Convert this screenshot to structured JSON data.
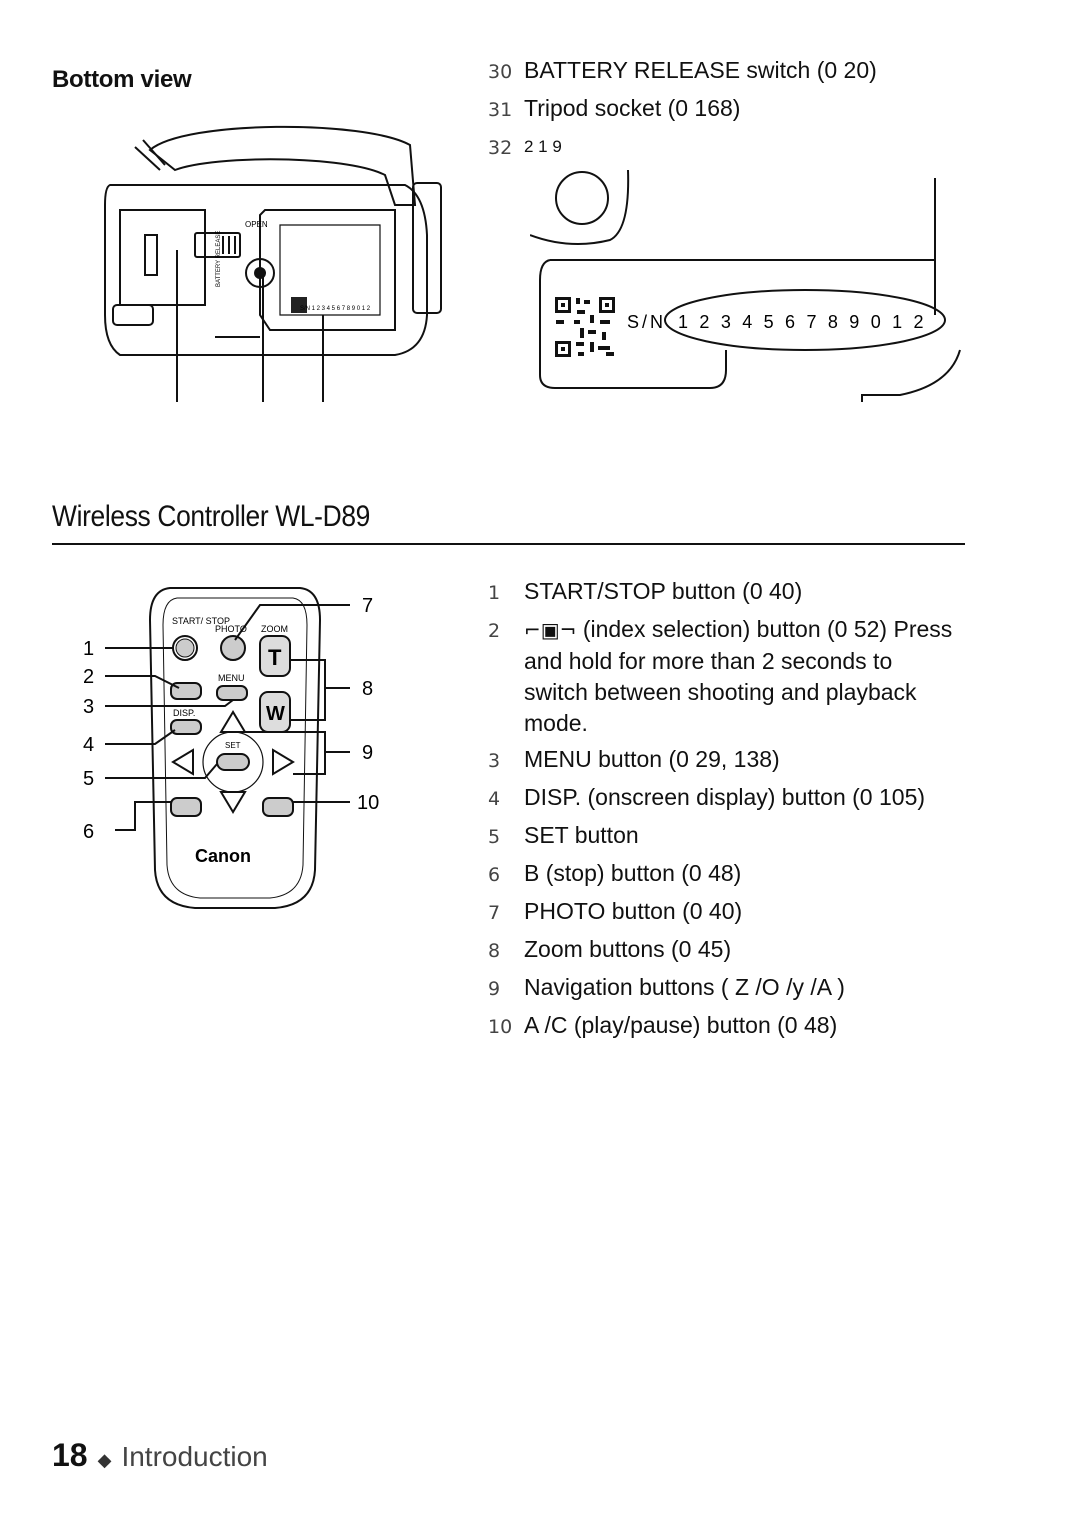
{
  "bottom_view": {
    "title": "Bottom view",
    "labels": {
      "open": "OPEN",
      "battery_release": "BATTERY RELEASE",
      "serial_small": "S/N 1 2 3 4 5 6 7 8 9 0 1 2"
    }
  },
  "serial_closeup": {
    "prefix": "S/N",
    "number": "1 2 3 4 5 6 7 8 9 0 1 2"
  },
  "camera_items": [
    {
      "num": "30",
      "text": "BATTERY RELEASE switch (0    20)"
    },
    {
      "num": "31",
      "text": "Tripod socket (0    168)"
    },
    {
      "num": "32",
      "text": "2              1  9"
    }
  ],
  "section": {
    "title": "Wireless Controller WL-D89"
  },
  "remote": {
    "labels": {
      "start_stop": "START/ STOP",
      "photo": "PHOTO",
      "zoom": "ZOOM",
      "menu": "MENU",
      "disp": "DISP.",
      "set": "SET",
      "tele": "T",
      "wide": "W",
      "brand": "Canon"
    },
    "callouts": [
      "1",
      "2",
      "3",
      "4",
      "5",
      "6",
      "7",
      "8",
      "9",
      "10"
    ]
  },
  "remote_items": [
    {
      "num": "1",
      "text": "START/STOP button (0    40)"
    },
    {
      "num": "2",
      "text": "(index selection) button (0    52) Press and hold for more than 2 seconds to switch between shooting and playback mode."
    },
    {
      "num": "3",
      "text": "MENU button (0    29, 138)"
    },
    {
      "num": "4",
      "text": "DISP. (onscreen display) button (0    105)"
    },
    {
      "num": "5",
      "text": "SET button"
    },
    {
      "num": "6",
      "text": "B   (stop) button (0    48)"
    },
    {
      "num": "7",
      "text": "PHOTO button (0    40)"
    },
    {
      "num": "8",
      "text": "Zoom buttons (0    45)"
    },
    {
      "num": "9",
      "text": "Navigation buttons ( Z  /O  /y   /A   )"
    },
    {
      "num": "10",
      "text": "A  /C   (play/pause) button (0    48)"
    }
  ],
  "footer": {
    "page": "18",
    "bullet": "◆",
    "section": "Introduction"
  }
}
